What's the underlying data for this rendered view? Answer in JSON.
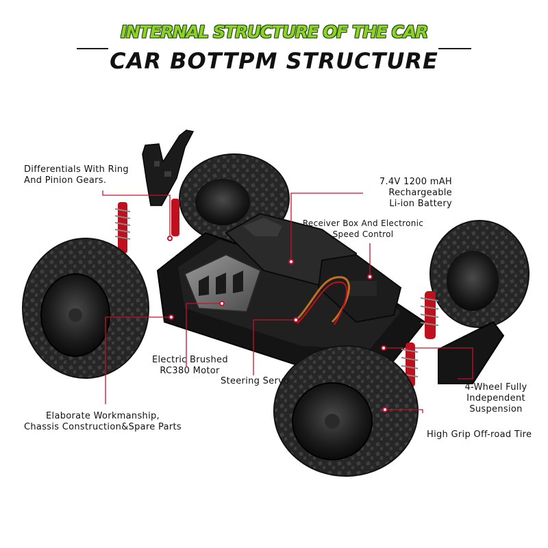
{
  "banner": {
    "title": "INTERNAL STRUCTURE OF THE CAR",
    "subtitle": "CAR BOTTPM STRUCTURE"
  },
  "callouts": {
    "differentials": [
      "Differentials With Ring",
      "And Pinion Gears."
    ],
    "battery": [
      "7.4V 1200 mAH",
      "Rechargeable",
      "Li-ion Battery"
    ],
    "receiver": [
      "Receiver Box And Electronic",
      "Speed Control"
    ],
    "motor": [
      "Electric Brushed",
      "RC380 Motor"
    ],
    "servo": [
      "Steering Servo"
    ],
    "suspension": [
      "4-Wheel Fully",
      "Independent",
      "Suspension"
    ],
    "chassis": [
      "Elaborate Workmanship,",
      "Chassis Construction&Spare Parts"
    ],
    "tire": [
      "High Grip Off-road Tire"
    ]
  },
  "colors": {
    "leader": "#c8102e",
    "title_green": "#8fd12a",
    "shock_red": "#c0101e",
    "chassis": "#151515",
    "tire": "#1f1f1f"
  }
}
